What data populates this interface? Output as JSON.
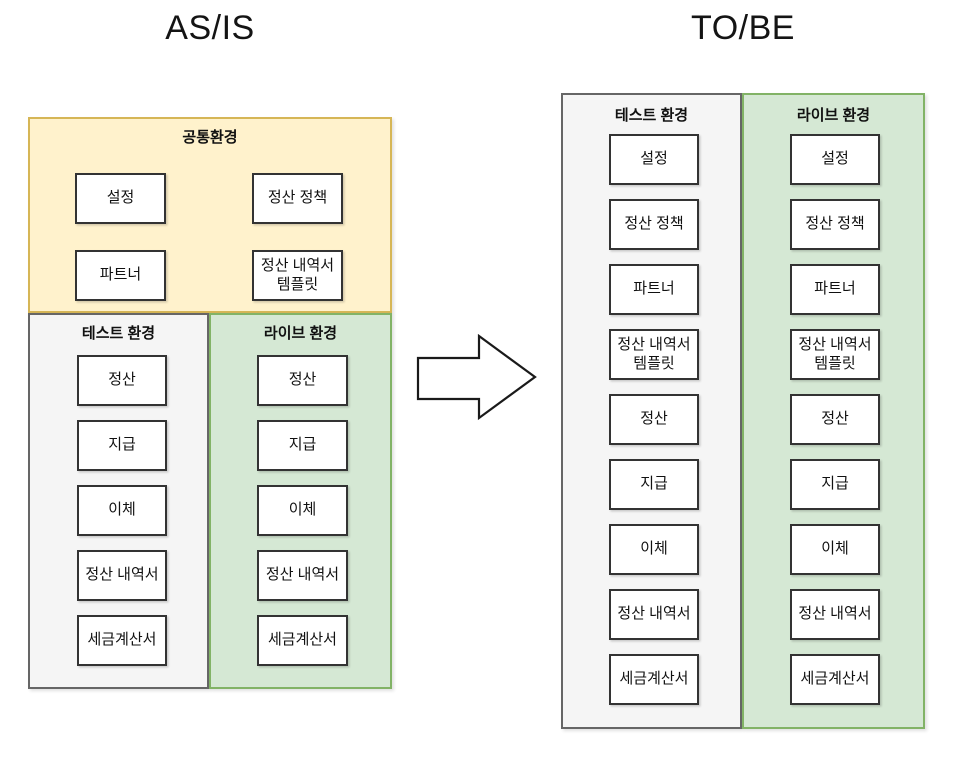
{
  "titles": {
    "as_is": "AS/IS",
    "to_be": "TO/BE"
  },
  "as_is": {
    "common": {
      "label": "공통환경",
      "boxes": [
        "설정",
        "정산 정책",
        "파트너",
        "정산 내역서 템플릿"
      ]
    },
    "test": {
      "label": "테스트 환경",
      "boxes": [
        "정산",
        "지급",
        "이체",
        "정산 내역서",
        "세금계산서"
      ]
    },
    "live": {
      "label": "라이브 환경",
      "boxes": [
        "정산",
        "지급",
        "이체",
        "정산 내역서",
        "세금계산서"
      ]
    }
  },
  "to_be": {
    "test": {
      "label": "테스트 환경",
      "boxes": [
        "설정",
        "정산 정책",
        "파트너",
        "정산 내역서 템플릿",
        "정산",
        "지급",
        "이체",
        "정산 내역서",
        "세금계산서"
      ]
    },
    "live": {
      "label": "라이브 환경",
      "boxes": [
        "설정",
        "정산 정책",
        "파트너",
        "정산 내역서 템플릿",
        "정산",
        "지급",
        "이체",
        "정산 내역서",
        "세금계산서"
      ]
    }
  },
  "icons": {
    "arrow": "right-block-arrow"
  },
  "colors": {
    "common_fill": "#FFF2CC",
    "common_border": "#D6B656",
    "test_fill": "#F5F5F5",
    "test_border": "#666666",
    "live_fill": "#D5E8D4",
    "live_border": "#82B366",
    "node_fill": "#FFFFFF",
    "node_border": "#333333",
    "text": "#111111"
  }
}
